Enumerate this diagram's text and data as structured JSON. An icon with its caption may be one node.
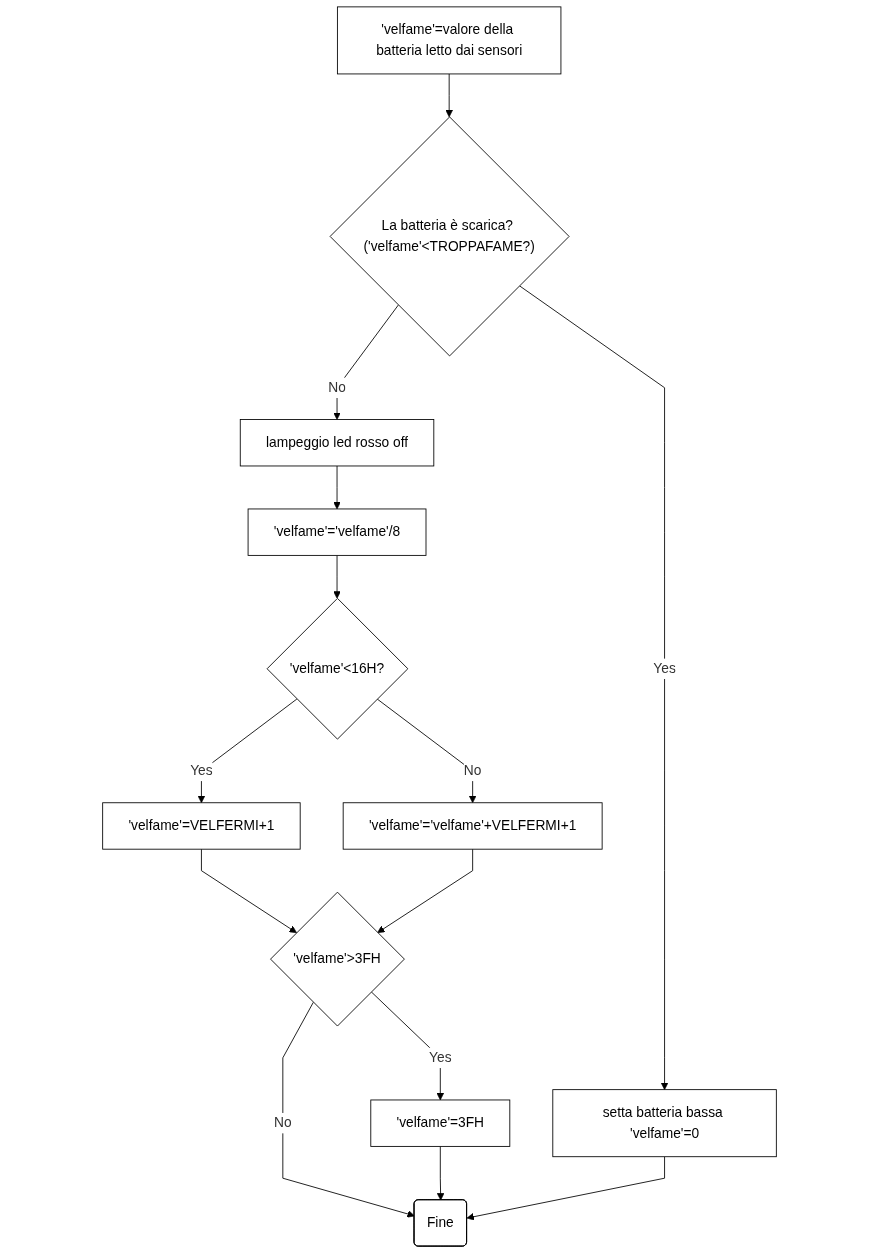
{
  "diagram": {
    "nodes": [
      {
        "text": [
          "'velfame'=valore della batteria letto dai sensori"
        ]
      },
      {
        "text": [
          "La batteria è scarica? ('velfame'<TROPPAFAME?)"
        ]
      },
      {
        "text": [
          "setta batteria bassa 'velfame'=0"
        ]
      },
      {
        "text": [
          "lampeggio led rosso off"
        ]
      },
      {
        "text": [
          "'velfame'='velfame'/8"
        ]
      },
      {
        "text": [
          "'velfame'<16H?"
        ]
      },
      {
        "text": [
          "'velfame'='velfame'+VELFERMI+1"
        ]
      },
      {
        "text": [
          "'velfame'=VELFERMI+1"
        ]
      },
      {
        "text": [
          "'velfame'>3FH"
        ]
      },
      {
        "text": [
          "'velfame'=3FH"
        ]
      },
      {
        "text": [
          "Fine"
        ]
      }
    ],
    "edges": [
      {
        "from": 0,
        "to": 1,
        "arrow": "to"
      },
      {
        "from": 1,
        "to": 2,
        "arrow": "to",
        "label": "Yes"
      },
      {
        "from": 1,
        "to": 3,
        "arrow": "to",
        "label": "No"
      },
      {
        "from": 3,
        "to": 4,
        "arrow": "to"
      },
      {
        "from": 4,
        "to": 5,
        "arrow": "to"
      },
      {
        "from": 5,
        "to": 6,
        "arrow": "to",
        "label": "No"
      },
      {
        "from": 5,
        "to": 7,
        "arrow": "to",
        "label": "Yes"
      },
      {
        "from": 7,
        "to": 8,
        "arrow": "to"
      },
      {
        "from": 6,
        "to": 8,
        "arrow": "to"
      },
      {
        "from": 8,
        "to": 9,
        "arrow": "to",
        "label": "Yes"
      },
      {
        "from": 8,
        "to": 10,
        "arrow": "to",
        "label": "No"
      },
      {
        "from": 9,
        "to": 10,
        "arrow": "to"
      },
      {
        "from": 2,
        "to": 10,
        "arrow": "to"
      }
    ]
  }
}
